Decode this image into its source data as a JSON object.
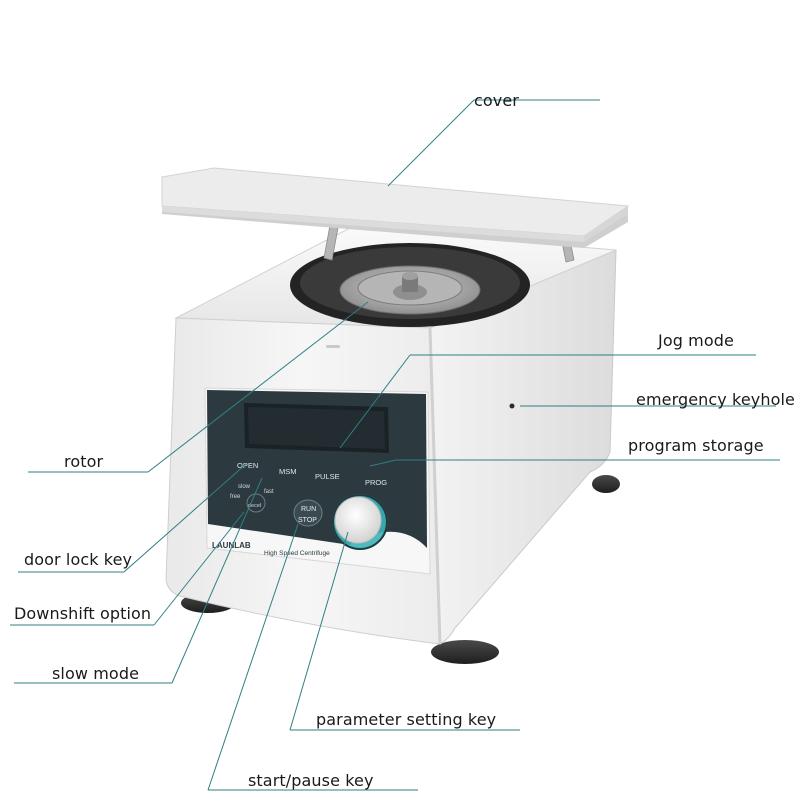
{
  "callouts": {
    "cover": "cover",
    "jog_mode": "Jog mode",
    "emergency_keyhole": "emergency keyhole",
    "program_storage": "program storage",
    "rotor": "rotor",
    "door_lock_key": "door lock key",
    "downshift_option": "Downshift option",
    "slow_mode": "slow mode",
    "parameter_setting_key": "parameter setting key",
    "start_pause_key": "start/pause key"
  },
  "panel": {
    "open": "OPEN",
    "msm": "MSM",
    "pulse": "PULSE",
    "prog": "PROG",
    "slow": "slow",
    "fast": "fast",
    "free": "free",
    "decel": "decel",
    "run": "RUN",
    "stop": "STOP",
    "brand": "LAUNLAB",
    "model": "High Speed Centrifuge"
  },
  "colors": {
    "leader_line": "#2f7f86",
    "body": "#f1f1f1",
    "panel": "#2c3a40",
    "accent": "#3bb2b8"
  }
}
